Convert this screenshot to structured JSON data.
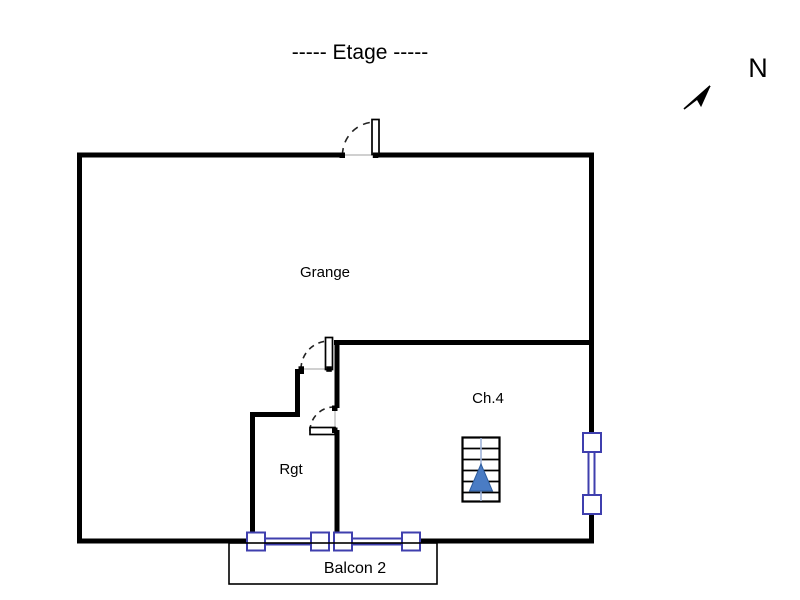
{
  "page": {
    "title": "-----  Etage  -----",
    "compass_label": "N"
  },
  "rooms": {
    "grange": "Grange",
    "ch4": "Ch.4",
    "rgt": "Rgt",
    "balcon": "Balcon 2"
  },
  "colors": {
    "wall": "#000000",
    "window_accent": "#3f3fae",
    "stair_arrow_fill": "#4a7cc4",
    "stair_arrow_edge": "#2d5c9e",
    "stair_center_line": "#9fb3d9",
    "door_arc": "#222222",
    "door_closed_line": "#b3b3b3"
  }
}
